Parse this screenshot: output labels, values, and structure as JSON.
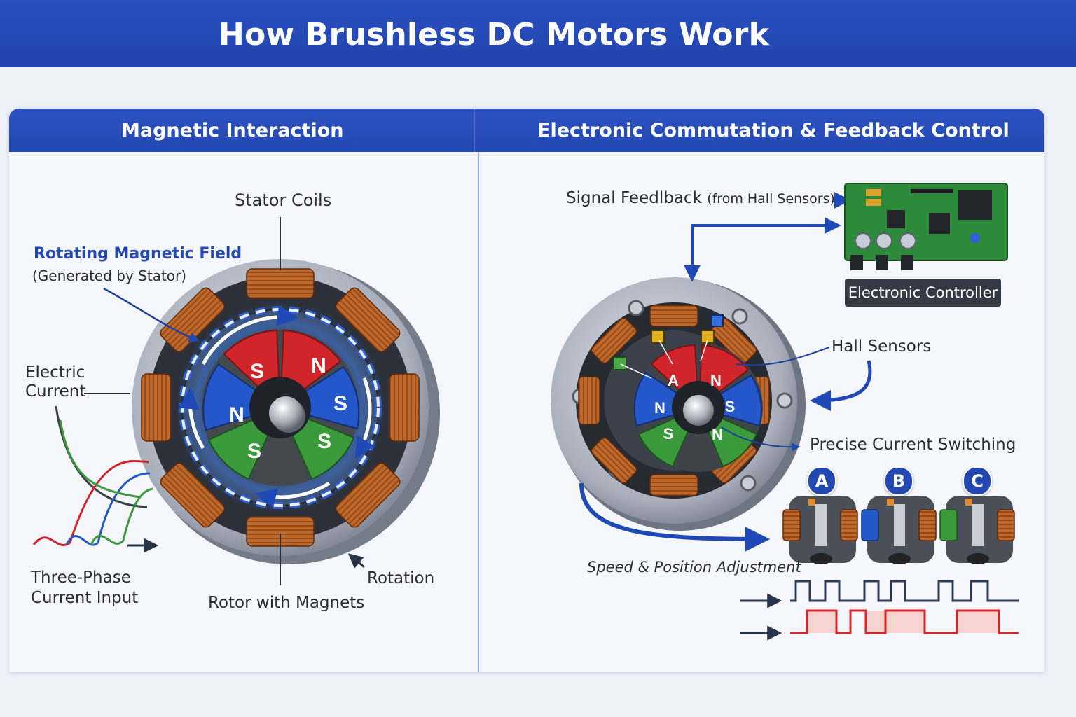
{
  "title": "How Brushless DC Motors Work",
  "left_panel": {
    "title": "Magnetic Interaction",
    "labels": {
      "stator_coils": "Stator Coils",
      "rotating_field": "Rotating Magnetic Field",
      "rotating_field_sub": "(Generated by Stator)",
      "electric_current_1": "Electric",
      "electric_current_2": "Current",
      "three_phase_1": "Three-Phase",
      "three_phase_2": "Current Input",
      "rotor": "Rotor with Magnets",
      "rotation": "Rotation"
    },
    "poles": [
      "S",
      "N",
      "N",
      "S",
      "S",
      "S"
    ]
  },
  "right_panel": {
    "title": "Electronic Commutation & Feedback Control",
    "labels": {
      "signal_feedback": "Signal Feedlback",
      "signal_feedback_sub": "(from Hall Sensors)",
      "controller": "Electronic Controller",
      "hall_sensors": "Hall Sensors",
      "switching": "Precise Current Switching",
      "adjustment": "Speed & Position Adjustment"
    },
    "poles": [
      "A",
      "N",
      "N",
      "S",
      "S",
      "N"
    ],
    "phases": [
      "A",
      "B",
      "C"
    ]
  },
  "colors": {
    "banner": "#2448b2",
    "north": "#d0262b",
    "south_blue": "#2457c9",
    "south_green": "#3b9a3c",
    "copper": "#c2692b",
    "arrow_blue": "#1f49b7",
    "signal_red": "#d8252a"
  }
}
